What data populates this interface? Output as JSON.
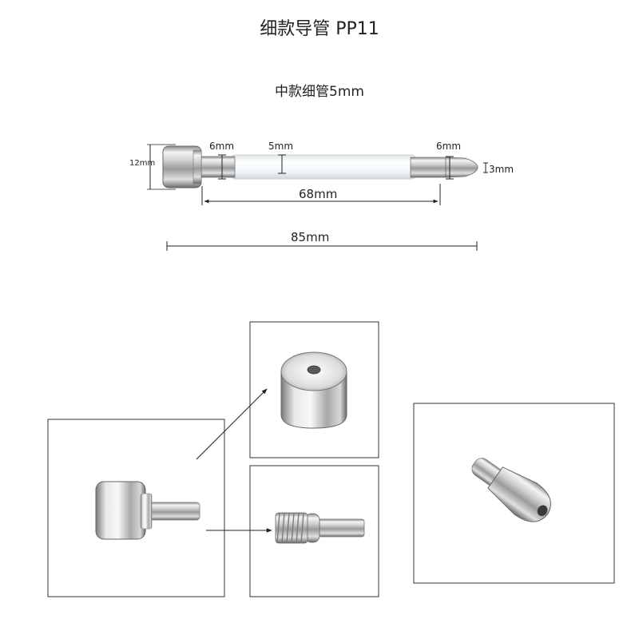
{
  "header": {
    "title": "细款导管 PP11",
    "subtitle": "中款细管5mm"
  },
  "dimensions": {
    "cap_height": "12mm",
    "left_connector": "6mm",
    "tube_diameter": "5mm",
    "right_connector": "6mm",
    "tip_hole": "3mm",
    "tube_length": "68mm",
    "total_length": "85mm"
  },
  "colors": {
    "metal_light": "#f2f2f2",
    "metal_mid": "#b8b8b8",
    "metal_dark": "#6a6a6a",
    "tube": "#eef2f5",
    "line": "#222222"
  }
}
